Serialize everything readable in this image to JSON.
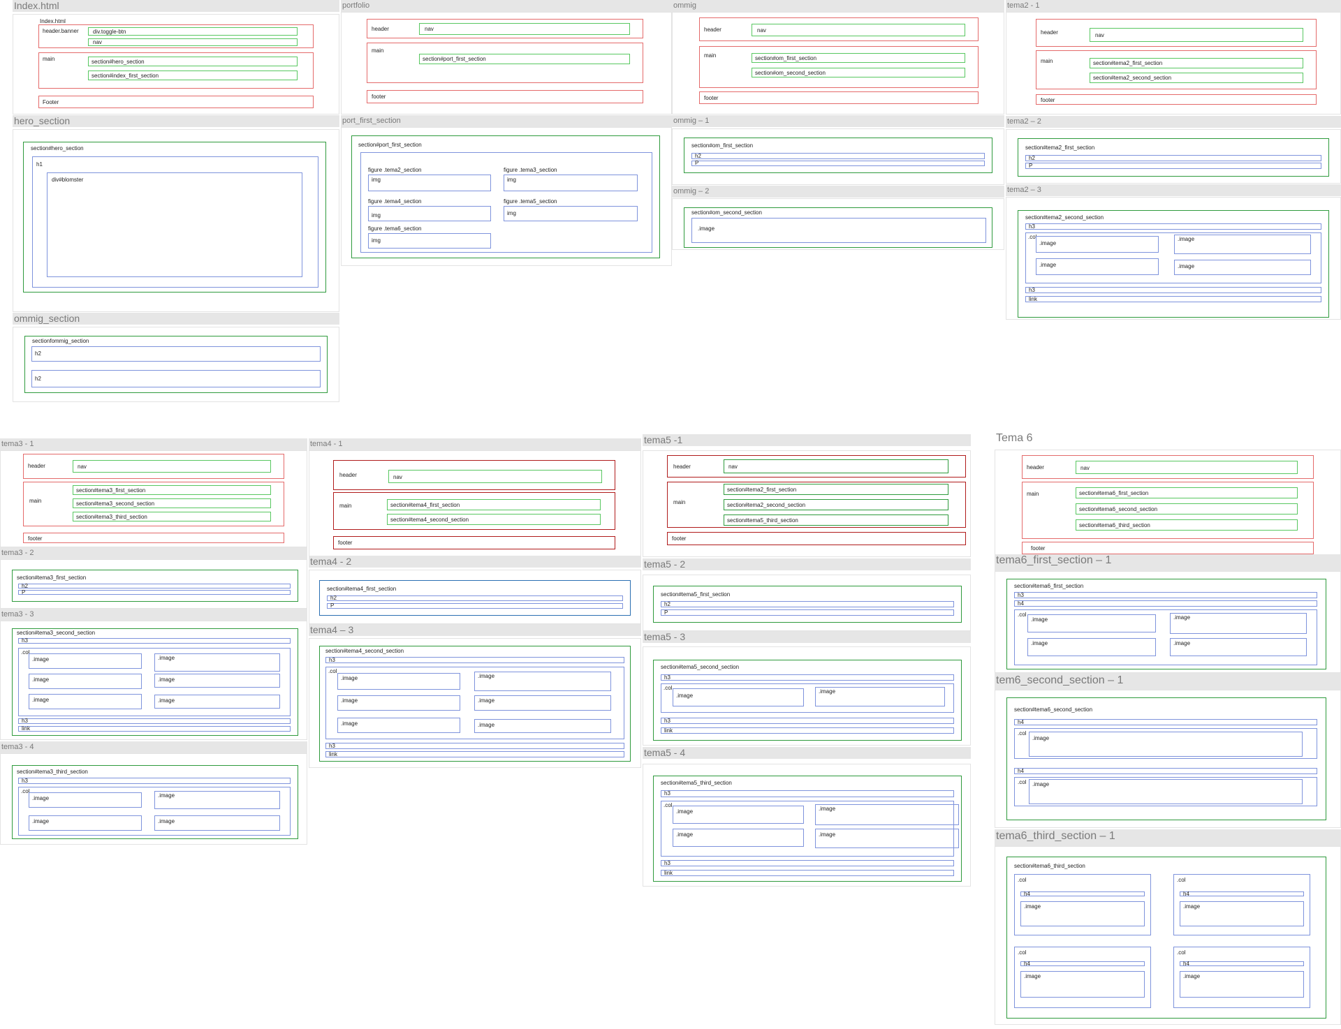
{
  "frames": {
    "index": {
      "title": "Index.html",
      "doc": "Index.html",
      "header": "header.banner",
      "toggle": "div.toggle-btn",
      "nav": "nav",
      "main": "main",
      "s1": "section#hero_section",
      "s2": "section#index_first_section",
      "footer": "Footer"
    },
    "portfolio": {
      "title": "portfolio",
      "header": "header",
      "nav": "nav",
      "main": "main",
      "s1": "section#port_first_section",
      "footer": "footer"
    },
    "ommig": {
      "title": "ommig",
      "header": "header",
      "nav": "nav",
      "main": "main",
      "s1": "section#om_first_section",
      "s2": "section#om_second_section",
      "footer": "footer"
    },
    "tema2_1": {
      "title": "tema2 - 1",
      "header": "header",
      "nav": "nav",
      "main": "main",
      "s1": "section#tema2_first_section",
      "s2": "section#tema2_second_section",
      "footer": "footer"
    },
    "hero": {
      "title": "hero_section",
      "section": "section#hero_section",
      "h1": "h1",
      "div": "div#blomster"
    },
    "port_first": {
      "title": "port_first_section",
      "section": "section#port_first_section",
      "f1": "figure .tema2_section",
      "f2": "figure .tema3_section",
      "f3": "figure .tema4_section",
      "f4": "figure .tema5_section",
      "f5": "figure .tema6_section",
      "img": "img"
    },
    "ommig_1": {
      "title": "ommig – 1",
      "section": "section#om_first_section",
      "h2": "h2",
      "p": "P"
    },
    "ommig_2": {
      "title": "ommig – 2",
      "section": "section#om_second_section",
      "image": ".image"
    },
    "tema2_2": {
      "title": "tema2 – 2",
      "section": "section#tema2_first_section",
      "h2": "h2",
      "p": "P"
    },
    "tema2_3": {
      "title": "tema2 – 3",
      "section": "section#tema2_second_section",
      "h3": "h3",
      "col": ".col",
      "image": ".image",
      "link": "link"
    },
    "ommig_section": {
      "title": "ommig_section",
      "section": "sectionfommig_section",
      "h2": "h2"
    },
    "tema3_1": {
      "title": "tema3 - 1",
      "header": "header",
      "nav": "nav",
      "main": "main",
      "s1": "section#tema3_first_section",
      "s2": "section#tema3_second_section",
      "s3": "section#tema3_third_section",
      "footer": "footer"
    },
    "tema4_1": {
      "title": "tema4 - 1",
      "header": "header",
      "nav": "nav",
      "main": "main",
      "s1": "section#tema4_first_section",
      "s2": "section#tema4_second_section",
      "footer": "footer"
    },
    "tema5_1": {
      "title": "tema5 -1",
      "header": "header",
      "nav": "nav",
      "main": "main",
      "s1": "section#tema2_first_section",
      "s2": "section#tema2_second_section",
      "s3": "section#tema5_third_section",
      "footer": "footer"
    },
    "tema6": {
      "title": "Tema 6",
      "header": "header",
      "nav": "nav",
      "main": "main",
      "s1": "section#tema6_first_section",
      "s2": "section#tema6_second_section",
      "s3": "section#tema6_third_section",
      "footer": "footer"
    },
    "tema3_2": {
      "title": "tema3 - 2",
      "section": "section#tema3_first_section",
      "h2": "h2",
      "p": "P"
    },
    "tema4_2": {
      "title": "tema4 - 2",
      "section": "section#tema4_first_section",
      "h2": "h2",
      "p": "P"
    },
    "tema5_2": {
      "title": "tema5 - 2",
      "section": "section#tema5_first_section",
      "h2": "h2",
      "p": "P"
    },
    "tema6_first": {
      "title": "tema6_first_section – 1",
      "section": "section#tema6_first_section",
      "h3": "h3",
      "h4": "h4",
      "col": ".col",
      "image": ".image"
    },
    "tema3_3": {
      "title": "tema3 - 3",
      "section": "section#tema3_second_section",
      "h3": "h3",
      "col": ".col",
      "image": ".image",
      "link": "link"
    },
    "tema4_3": {
      "title": "tema4 – 3",
      "section": "section#tema4_second_section",
      "h3": "h3",
      "col": ".col",
      "image": ".image",
      "link": "link"
    },
    "tema5_3": {
      "title": "tema5 - 3",
      "section": "section#tema5_second_section",
      "h3": "h3",
      "col": ".col",
      "image": ".image",
      "link": "link"
    },
    "tema6_second": {
      "title": "tem6_second_section – 1",
      "section": "section#tema6_second_section",
      "h4": "h4",
      "col": ".col",
      "image": ".image"
    },
    "tema3_4": {
      "title": "tema3 - 4",
      "section": "section#tema3_third_section",
      "h3": "h3",
      "col": ".col",
      "image": ".image"
    },
    "tema5_4": {
      "title": "tema5 - 4",
      "section": "section#tema5_third_section",
      "h3": "h3",
      "col": ".col",
      "image": ".image",
      "link": "link"
    },
    "tema6_third": {
      "title": "tema6_third_section – 1",
      "section": "section#tema6_third_section",
      "col": ".col",
      "h4": "h4",
      "image": ".image"
    }
  },
  "colors": {
    "header_main_footer": "#e46a6a",
    "nav_section": "#58c760",
    "section_frame": "#2e9a3c",
    "inner_element": "#7e93dc",
    "frame_title_bar": "#e6e6e6"
  }
}
